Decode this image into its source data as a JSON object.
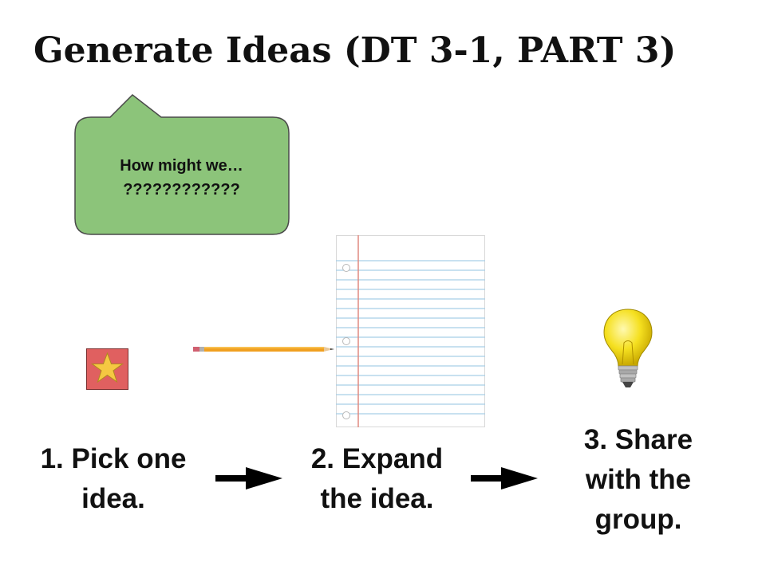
{
  "title": "Generate Ideas (DT 3-1, PART 3)",
  "bubble": {
    "line1": "How might we…",
    "line2": "????????????",
    "fill": "#8cc47a",
    "stroke": "#4a4a4a"
  },
  "steps": [
    {
      "line1": "1. Pick one",
      "line2": "idea."
    },
    {
      "line1": "2. Expand",
      "line2": "the idea."
    },
    {
      "line1": "3. Share",
      "line2": "with the",
      "line3": "group."
    }
  ],
  "icons": [
    "star-icon",
    "pencil-icon",
    "notebook-paper-icon",
    "light-bulb-icon",
    "arrow-right-icon"
  ],
  "colors": {
    "star_bg": "#e06060",
    "star": "#f5c842",
    "pencil": "#f0a020",
    "paper_line": "#a8cfe8",
    "paper_margin": "#e08a80",
    "bulb": "#f5e020"
  }
}
